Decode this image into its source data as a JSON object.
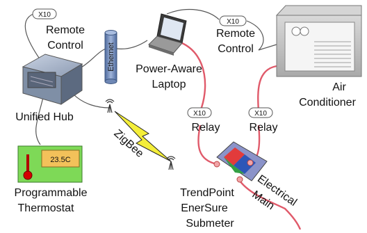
{
  "nodes": {
    "remote_control_left": {
      "tag": "X10",
      "line1": "Remote",
      "line2": "Control"
    },
    "remote_control_right": {
      "tag": "X10",
      "line1": "Remote",
      "line2": "Control"
    },
    "ethernet": {
      "label": "Ethernet"
    },
    "laptop": {
      "line1": "Power-Aware",
      "line2": "Laptop"
    },
    "air_conditioner": {
      "line1": "Air",
      "line2": "Conditioner"
    },
    "hub": {
      "label": "Unified Hub"
    },
    "relay_left": {
      "tag": "X10",
      "label": "Relay"
    },
    "relay_right": {
      "tag": "X10",
      "label": "Relay"
    },
    "zigbee": {
      "label": "ZigBee"
    },
    "thermostat": {
      "display": "23.5C",
      "line1": "Programmable",
      "line2": "Thermostat"
    },
    "submeter": {
      "line1": "TrendPoint",
      "line2": "EnerSure",
      "line3": "Submeter"
    },
    "electrical_main": {
      "line1": "Electrical",
      "line2": "Main"
    }
  },
  "colors": {
    "power_line": "#e05a6a",
    "signal_line": "#555555",
    "zigbee_bolt": "#f4ee3a",
    "hub_body": "#7f8fa6",
    "ethernet_cyl": "#6f88b5",
    "thermostat_body": "#7ed957",
    "thermostat_screen": "#f3c15a",
    "ac_body": "#b9b9b9",
    "submeter_body": "#8b93c9"
  }
}
